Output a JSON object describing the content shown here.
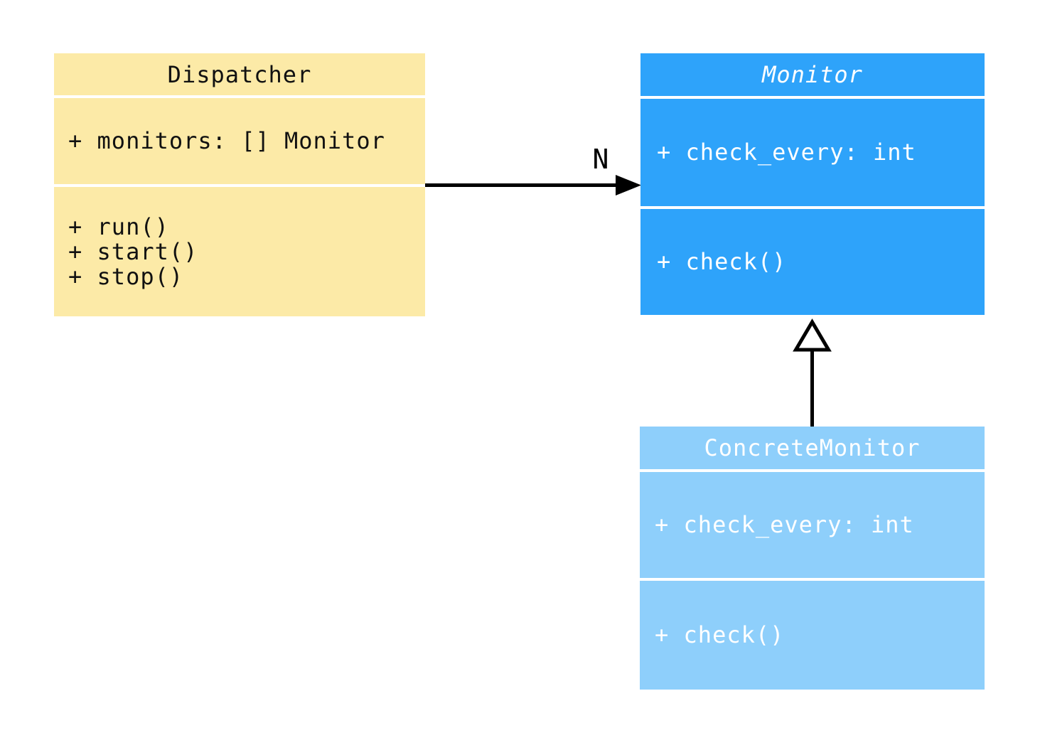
{
  "diagram": {
    "kind": "uml-class-diagram",
    "background_color": "#ffffff",
    "line_color": "#000000",
    "classes": [
      {
        "name": "Dispatcher",
        "abstract": false,
        "fill_color": "#FCEAA7",
        "text_color": "#111111",
        "attributes": [
          "+ monitors: [] Monitor"
        ],
        "methods": [
          "+ run()",
          "+ start()",
          "+ stop()"
        ]
      },
      {
        "name": "Monitor",
        "abstract": true,
        "fill_color": "#2EA3FA",
        "text_color": "#ffffff",
        "attributes": [
          "+ check_every: int"
        ],
        "methods": [
          "+ check()"
        ]
      },
      {
        "name": "ConcreteMonitor",
        "abstract": false,
        "fill_color": "#8ECFFB",
        "text_color": "#ffffff",
        "attributes": [
          "+ check_every: int"
        ],
        "methods": [
          "+ check()"
        ]
      }
    ],
    "relations": [
      {
        "type": "association",
        "from": "Dispatcher",
        "to": "Monitor",
        "label": "N",
        "color": "#000000"
      },
      {
        "type": "inheritance",
        "from": "ConcreteMonitor",
        "to": "Monitor",
        "label": "",
        "color": "#000000"
      }
    ]
  }
}
